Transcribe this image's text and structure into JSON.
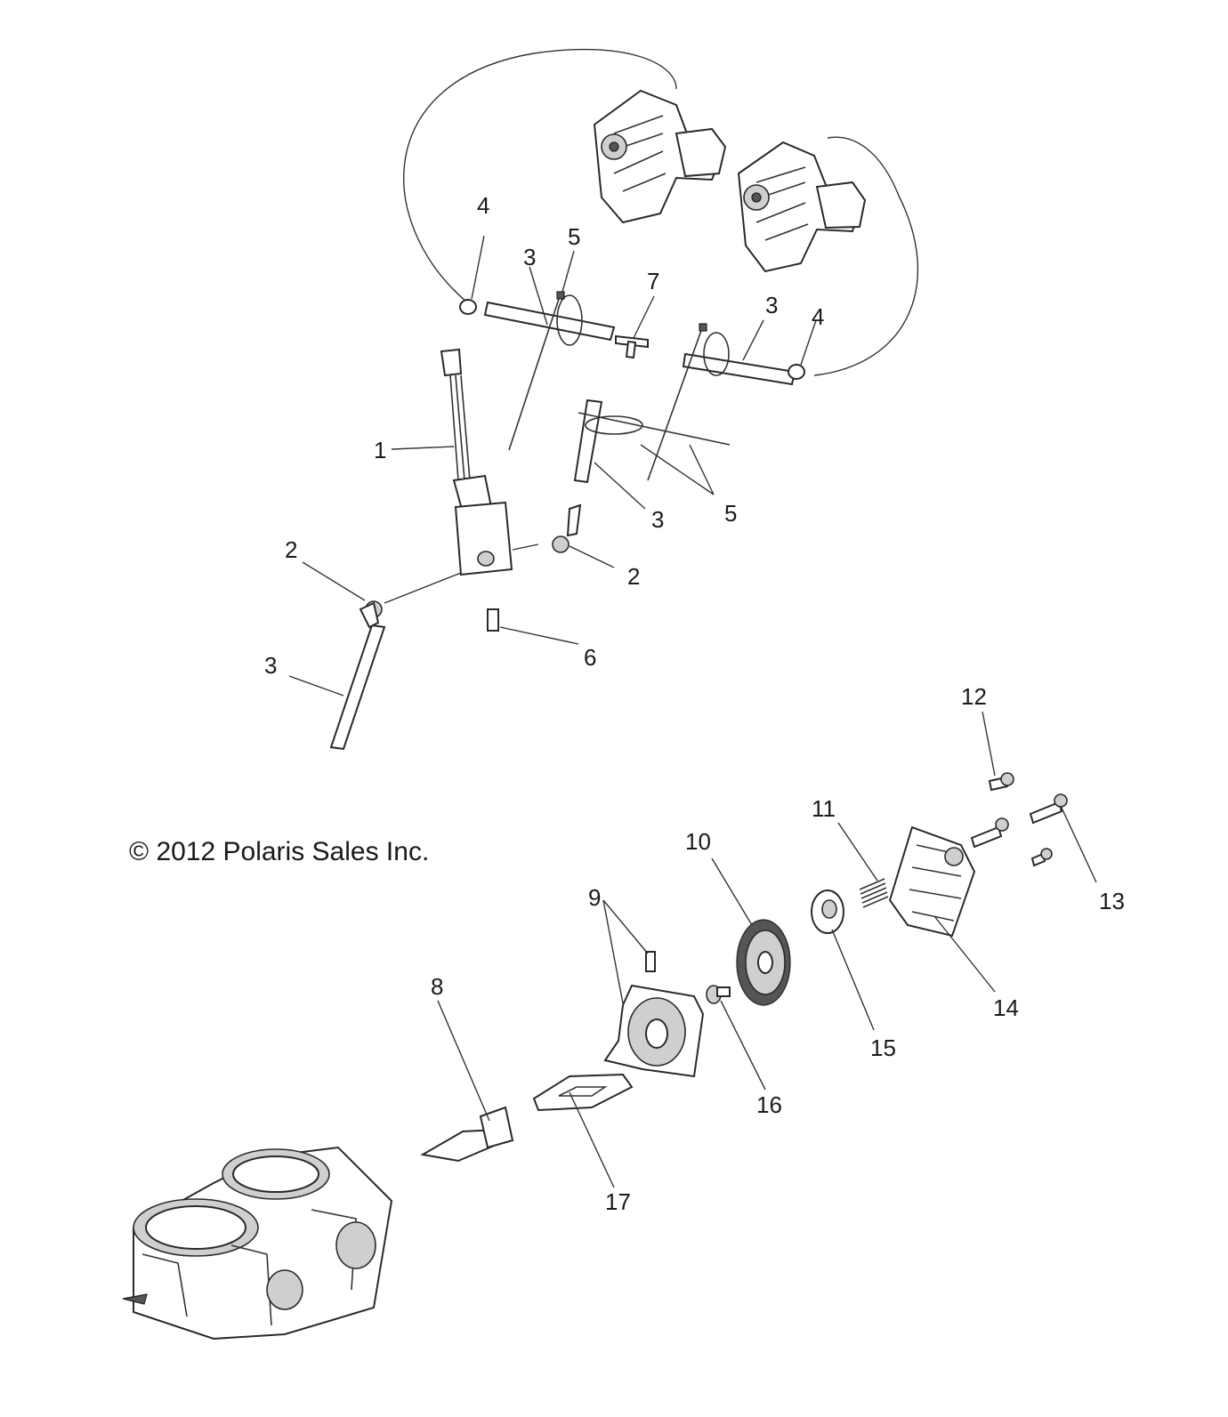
{
  "copyright": "© 2012 Polaris Sales Inc.",
  "callouts": {
    "c1": "1",
    "c2a": "2",
    "c2b": "2",
    "c3a": "3",
    "c3b": "3",
    "c3c": "3",
    "c3d": "3",
    "c4a": "4",
    "c4b": "4",
    "c5a": "5",
    "c5b": "5",
    "c6": "6",
    "c7": "7",
    "c8": "8",
    "c9": "9",
    "c10": "10",
    "c11": "11",
    "c12": "12",
    "c13": "13",
    "c14": "14",
    "c15": "15",
    "c16": "16",
    "c17": "17"
  }
}
